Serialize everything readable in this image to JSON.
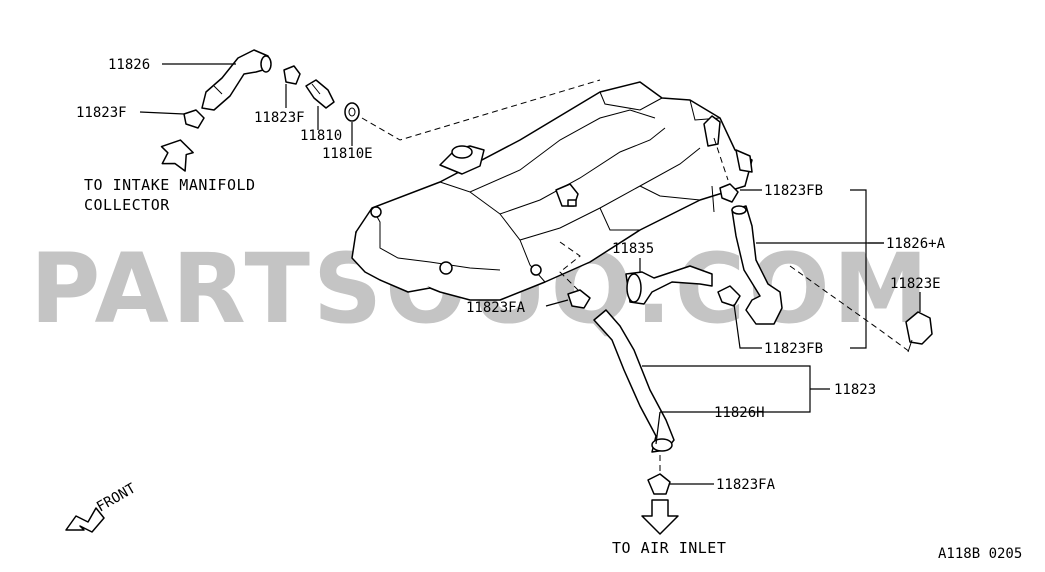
{
  "watermark": "PARTSOUQ.COM",
  "notes": {
    "intake_line1": "TO INTAKE MANIFOLD",
    "intake_line2": "COLLECTOR",
    "air_inlet": "TO AIR INLET",
    "front": "FRONT",
    "ref_code": "A118B 0205"
  },
  "parts": {
    "p11826": "11826",
    "p11823F_left": "11823F",
    "p11823F_mid": "11823F",
    "p11810": "11810",
    "p11810E": "11810E",
    "p11823FB_top": "11823FB",
    "p11826A": "11826+A",
    "p11835": "11835",
    "p11823E": "11823E",
    "p11823FA_left": "11823FA",
    "p11823FB_bottom": "11823FB",
    "p11823": "11823",
    "p11826H": "11826H",
    "p11823FA_bottom": "11823FA"
  }
}
